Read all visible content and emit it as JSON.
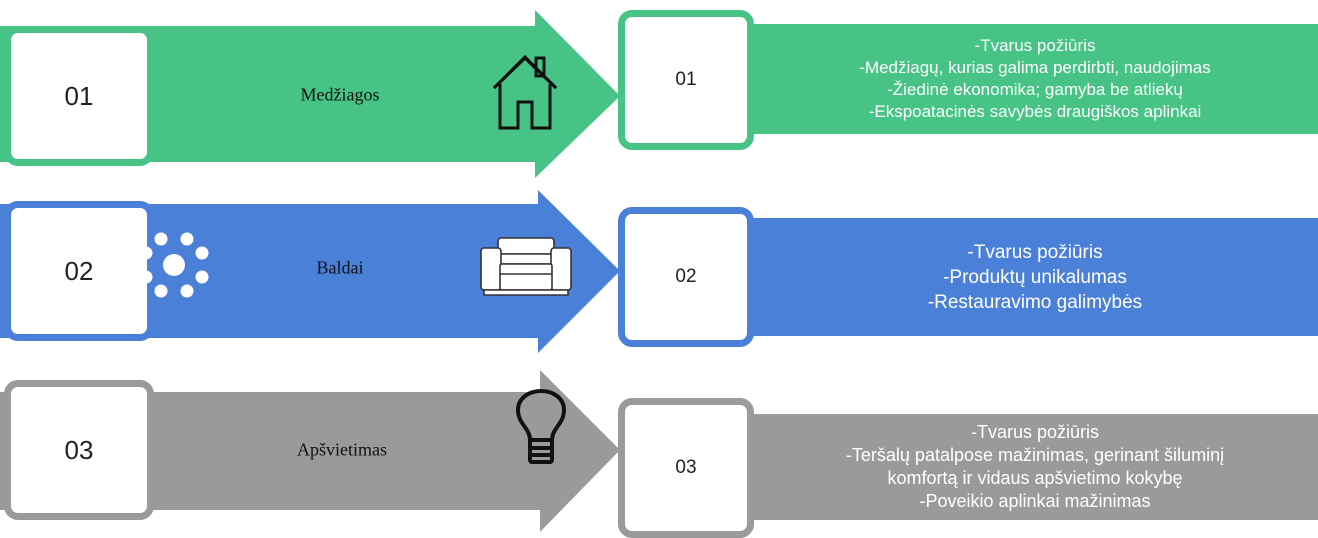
{
  "colors": {
    "green": "#46c385",
    "blue": "#4a80d8",
    "gray": "#9a9a9a"
  },
  "rows": [
    {
      "number": "01",
      "panel_number": "01",
      "title": "Medžiagos",
      "icon": "house-icon",
      "lines": [
        "-Tvarus požiūris",
        "-Medžiagų, kurias galima perdirbti, naudojimas",
        "-Žiedinė ekonomika; gamyba be atliekų",
        "-Ekspoatacinės savybės draugiškos aplinkai"
      ]
    },
    {
      "number": "02",
      "panel_number": "02",
      "title": "Baldai",
      "icon": "armchair-icon",
      "decor_icon": "flower-dots-icon",
      "lines": [
        "-Tvarus požiūris",
        "-Produktų unikalumas",
        "-Restauravimo galimybės"
      ]
    },
    {
      "number": "03",
      "panel_number": "03",
      "title": "Apšvietimas",
      "icon": "lightbulb-icon",
      "lines": [
        "-Tvarus požiūris",
        "-Teršalų patalpose mažinimas, gerinant šiluminį",
        "komfortą ir vidaus apšvietimo kokybę",
        "-Poveikio aplinkai mažinimas"
      ]
    }
  ]
}
